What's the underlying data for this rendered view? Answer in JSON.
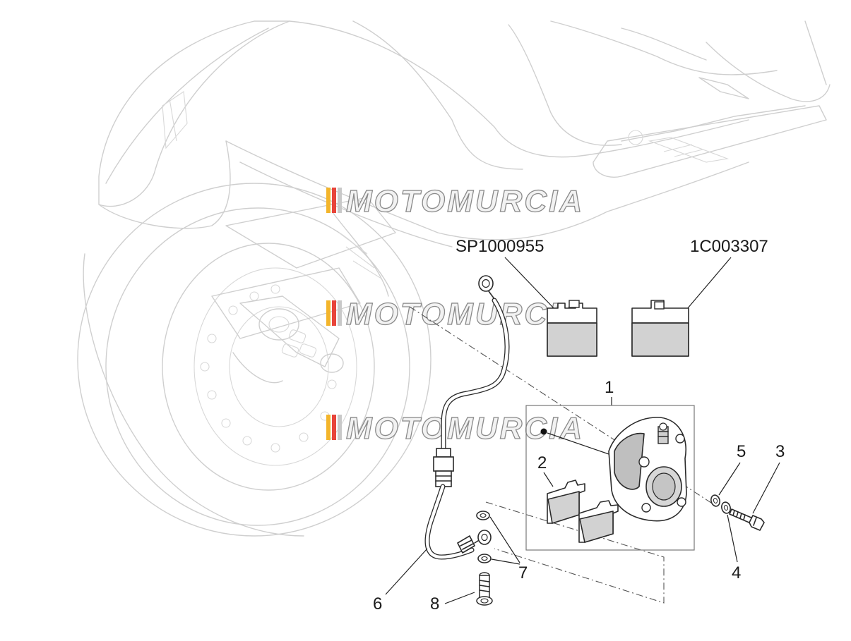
{
  "watermark": {
    "text": "MOTOMURCIA",
    "stripe_colors": [
      "#f3b52b",
      "#e8443a",
      "#c9c9c9"
    ]
  },
  "part_codes": {
    "pad_set_a": "SP1000955",
    "pad_set_b": "1C003307"
  },
  "callouts": {
    "caliper_assembly": "1",
    "brake_pads": "2",
    "bolt": "3",
    "washer_a": "4",
    "washer_b": "5",
    "brake_hose": "6",
    "hose_washers": "7",
    "banjo_bolt": "8"
  }
}
